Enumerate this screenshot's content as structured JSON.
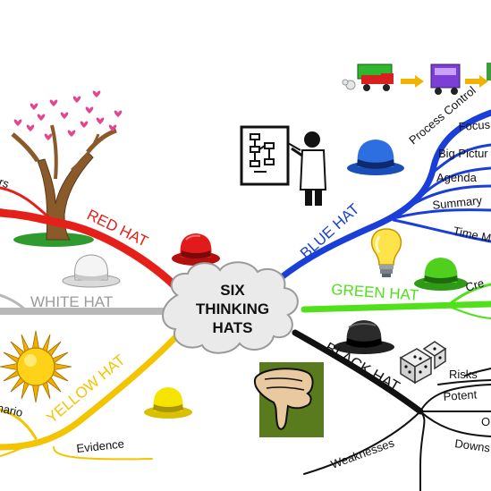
{
  "center": {
    "lines": [
      "SIX",
      "THINKING",
      "HATS"
    ]
  },
  "hats": {
    "red": {
      "label": "RED HAT",
      "color": "#e5201b",
      "leaves": [
        "rs"
      ]
    },
    "white": {
      "label": "WHITE HAT",
      "color": "#b8b8b8",
      "leaves": []
    },
    "yellow": {
      "label": "YELLOW HAT",
      "color": "#f3c400",
      "leaves": [
        "nario",
        "Evidence"
      ]
    },
    "blue": {
      "label": "BLUE HAT",
      "color": "#1a3fd8",
      "leaves": [
        "Process Control",
        "Focus",
        "Big Pictur",
        "Agenda",
        "Summary",
        "Time M"
      ]
    },
    "green": {
      "label": "GREEN HAT",
      "color": "#52e01c",
      "leaves": [
        "Cre"
      ]
    },
    "black": {
      "label": "BLACK HAT",
      "color": "#111111",
      "leaves": [
        "Risks",
        "Potent",
        "O",
        "Downs",
        "Weaknesses"
      ]
    }
  },
  "icons": [
    "tree-with-hearts-icon",
    "red-hat-icon",
    "white-hat-icon",
    "sun-icon",
    "yellow-hat-icon",
    "flowchart-teacher-icon",
    "blue-hat-icon",
    "process-trucks-icon",
    "light-bulb-icon",
    "green-hat-icon",
    "black-hat-icon",
    "dice-icon",
    "thumbs-down-icon",
    "cloud-icon"
  ]
}
